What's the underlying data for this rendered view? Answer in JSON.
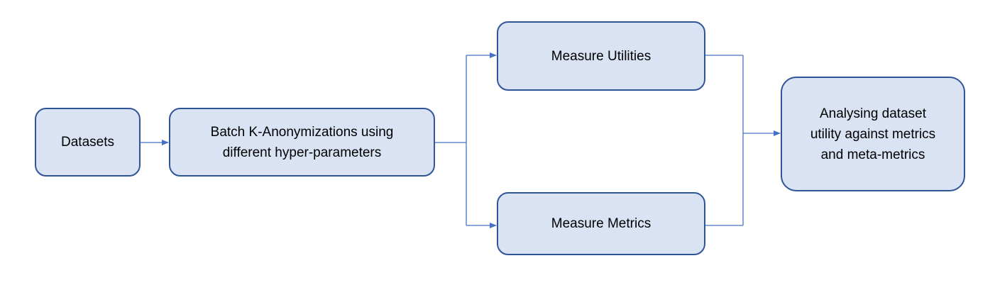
{
  "diagram": {
    "nodes": {
      "datasets": "Datasets",
      "batch": "Batch K-Anonymizations using different hyper-parameters",
      "utilities": "Measure Utilities",
      "metrics": "Measure Metrics",
      "analysis": "Analysing dataset utility against metrics and meta-metrics"
    },
    "edges": [
      {
        "from": "Datasets",
        "to": "Batch K-Anonymizations using different hyper-parameters"
      },
      {
        "from": "Batch K-Anonymizations using different hyper-parameters",
        "to": "Measure Utilities"
      },
      {
        "from": "Batch K-Anonymizations using different hyper-parameters",
        "to": "Measure Metrics"
      },
      {
        "from": "Measure Utilities",
        "to": "Analysing dataset utility against metrics and meta-metrics"
      },
      {
        "from": "Measure Metrics",
        "to": "Analysing dataset utility against metrics and meta-metrics"
      }
    ],
    "colors": {
      "box_fill": "#dae3f3",
      "box_border": "#2f5597",
      "connector": "#4472c4"
    }
  }
}
